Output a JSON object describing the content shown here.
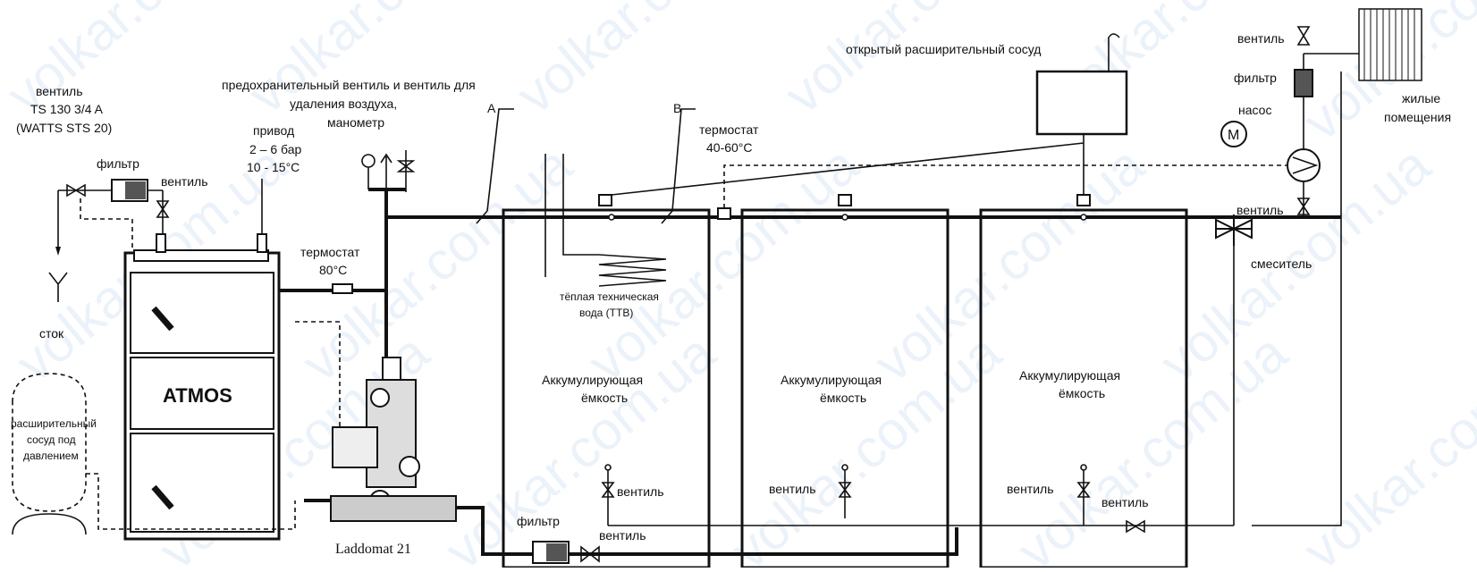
{
  "labels": {
    "valve_ts": [
      "вентиль",
      "TS 130 3/4 A",
      "(WATTS STS 20)"
    ],
    "filter_left": "фильтр",
    "valve_left": "вентиль",
    "drain": "сток",
    "pressure_vessel": [
      "расширительный",
      "сосуд под",
      "давлением"
    ],
    "safety": [
      "предохранительный вентиль и  вентиль для",
      "удаления воздуха,",
      "манометр"
    ],
    "drive": [
      "привод",
      "2 – 6 бар",
      "10 - 15°C"
    ],
    "thermostat80": [
      "термостат",
      "80°C"
    ],
    "boiler": "ATMOS",
    "laddomat": "Laddomat 21",
    "point_a": "A",
    "point_b": "B",
    "thermostat4060": [
      "термостат",
      "40-60°C"
    ],
    "dhw": [
      "тёплая техническая",
      "вода (ТТВ)"
    ],
    "tank1": [
      "Аккумулирующая",
      "ёмкость"
    ],
    "tank2": [
      "Аккумулирующая",
      "ёмкость"
    ],
    "tank3": [
      "Аккумулирующая",
      "ёмкость"
    ],
    "open_vessel": "открытый расширительный сосуд",
    "valve_tank1": "вентиль",
    "valve_tank2": "вентиль",
    "valve_tank3": "вентиль",
    "valve_bottom_right": "вентиль",
    "filter_bottom": "фильтр",
    "valve_bottom": "вентиль",
    "valve_top_right": "вентиль",
    "filter_right": "фильтр",
    "pump": "насос",
    "motor": "M",
    "valve_right_mid": "вентиль",
    "mixer": "смеситель",
    "living": [
      "жилые",
      "помещения"
    ]
  },
  "watermark": "volkar.com.ua",
  "colors": {
    "line": "#111111",
    "watermark": "#6fa3d8"
  }
}
